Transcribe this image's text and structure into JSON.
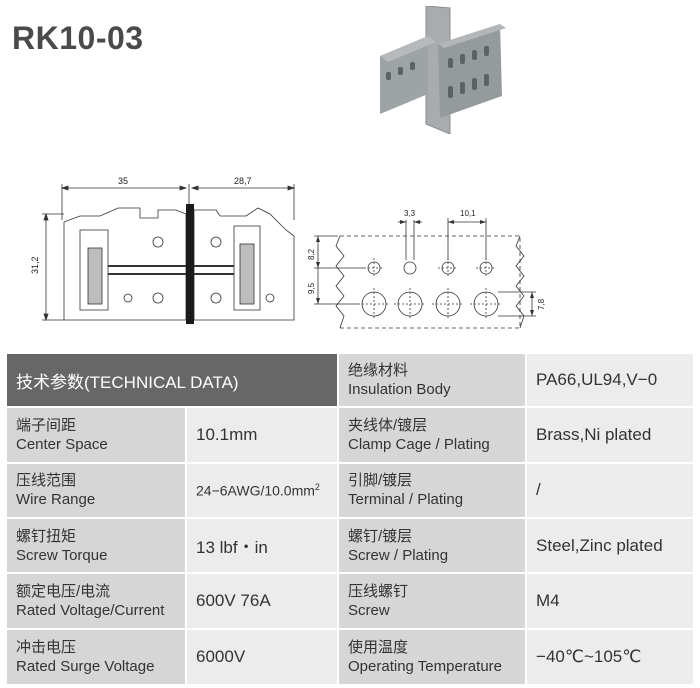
{
  "product": {
    "model": "RK10-03"
  },
  "drawing": {
    "dims": {
      "width_a": "35",
      "width_b": "28,7",
      "height": "31,2",
      "pitch_small": "3,3",
      "pitch": "10,1",
      "v1": "8,2",
      "v2": "9,5",
      "v3": "7,8"
    }
  },
  "specs": {
    "header": "技术参数(TECHNICAL DATA)",
    "left_rows": [
      {
        "zh": "端子间距",
        "en": "Center Space",
        "value": "10.1mm"
      },
      {
        "zh": "压线范围",
        "en": "Wire Range",
        "value": "24−6AWG/10.0mm",
        "sup": "2"
      },
      {
        "zh": "螺钉扭矩",
        "en": "Screw Torque",
        "value": "13 lbf・in"
      },
      {
        "zh": "额定电压/电流",
        "en": "Rated Voltage/Current",
        "value": "600V 76A"
      },
      {
        "zh": "冲击电压",
        "en": "Rated Surge Voltage",
        "value": "6000V"
      }
    ],
    "right_rows": [
      {
        "zh": "绝缘材料",
        "en": "Insulation Body",
        "value": "PA66,UL94,V−0"
      },
      {
        "zh": "夹线体/镀层",
        "en": "Clamp Cage / Plating",
        "value": "Brass,Ni plated"
      },
      {
        "zh": "引脚/镀层",
        "en": "Terminal / Plating",
        "value": "/"
      },
      {
        "zh": "螺钉/镀层",
        "en": "Screw / Plating",
        "value": "Steel,Zinc plated"
      },
      {
        "zh": "压线螺钉",
        "en": "Screw",
        "value": "M4"
      },
      {
        "zh": "使用温度",
        "en": "Operating Temperature",
        "value": "−40℃~105℃"
      }
    ]
  },
  "colors": {
    "header_bg": "#676767",
    "label_bg": "#d6d6d6",
    "value_bg": "#ececec",
    "product_body": "#9aa0a2"
  },
  "icons": [
    "product-photo",
    "dimension-drawing",
    "hole-pattern-drawing"
  ]
}
